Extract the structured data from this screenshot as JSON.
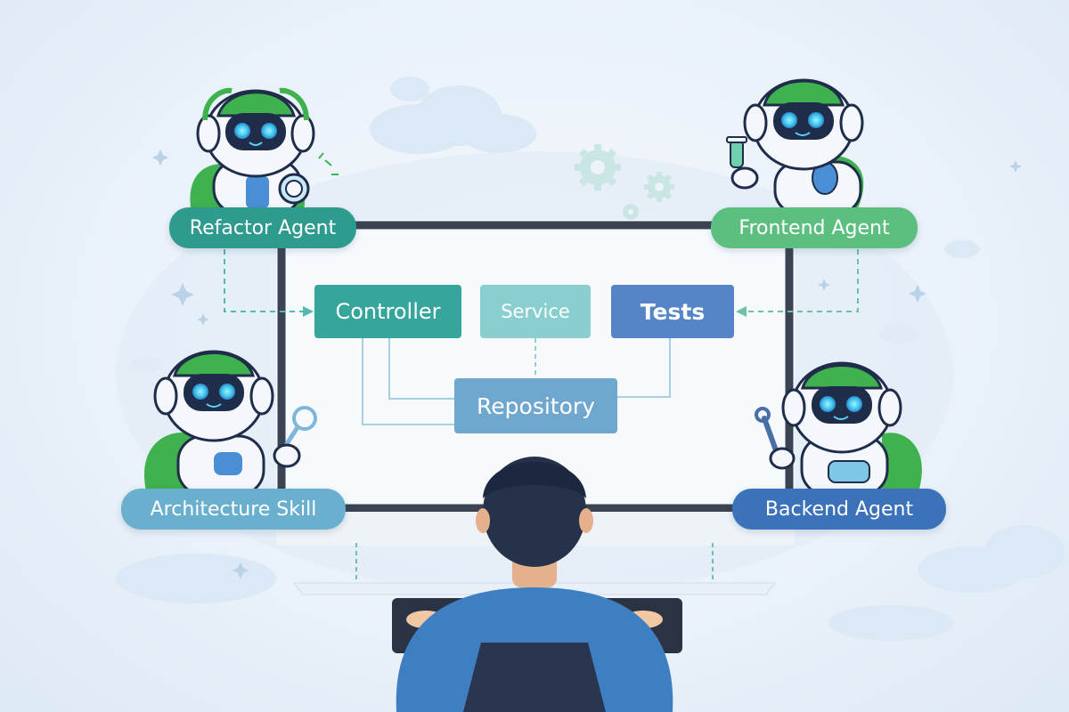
{
  "agents": {
    "refactor_label": "Refactor Agent",
    "frontend_label": "Frontend Agent",
    "architecture_label": "Architecture Skill",
    "backend_label": "Backend Agent"
  },
  "diagram": {
    "controller": "Controller",
    "service": "Service",
    "tests": "Tests",
    "repository": "Repository"
  },
  "colors": {
    "refactor": "#2f9a8e",
    "frontend": "#5cbf80",
    "architecture": "#6aafce",
    "backend": "#3b72b9",
    "monitor_frame": "#3a4452",
    "robot_green": "#3fb24f",
    "robot_white": "#f4f7fb",
    "visor": "#1f2d4a",
    "eye_glow": "#5ad3f5"
  },
  "icons": [
    "gear-icon",
    "cloud-icon",
    "sparkle-icon",
    "wrench-icon",
    "magnifier-icon",
    "test-tube-icon"
  ]
}
